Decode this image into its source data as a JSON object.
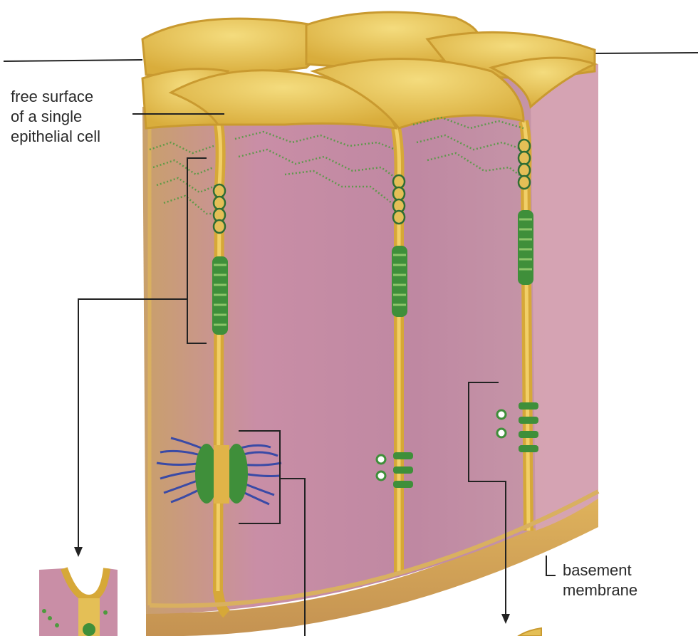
{
  "labels": {
    "free_surface": [
      "free surface",
      "of a single",
      "epithelial cell"
    ],
    "basement_membrane": [
      "basement",
      "membrane"
    ]
  },
  "colors": {
    "apical_surface": "#e8c654",
    "cytoplasm": "#c48fa4",
    "membrane": "#d6a838",
    "filaments_green": "#3f8f3a",
    "keratin_blue": "#3a4aa6",
    "leader_line": "#222222"
  }
}
